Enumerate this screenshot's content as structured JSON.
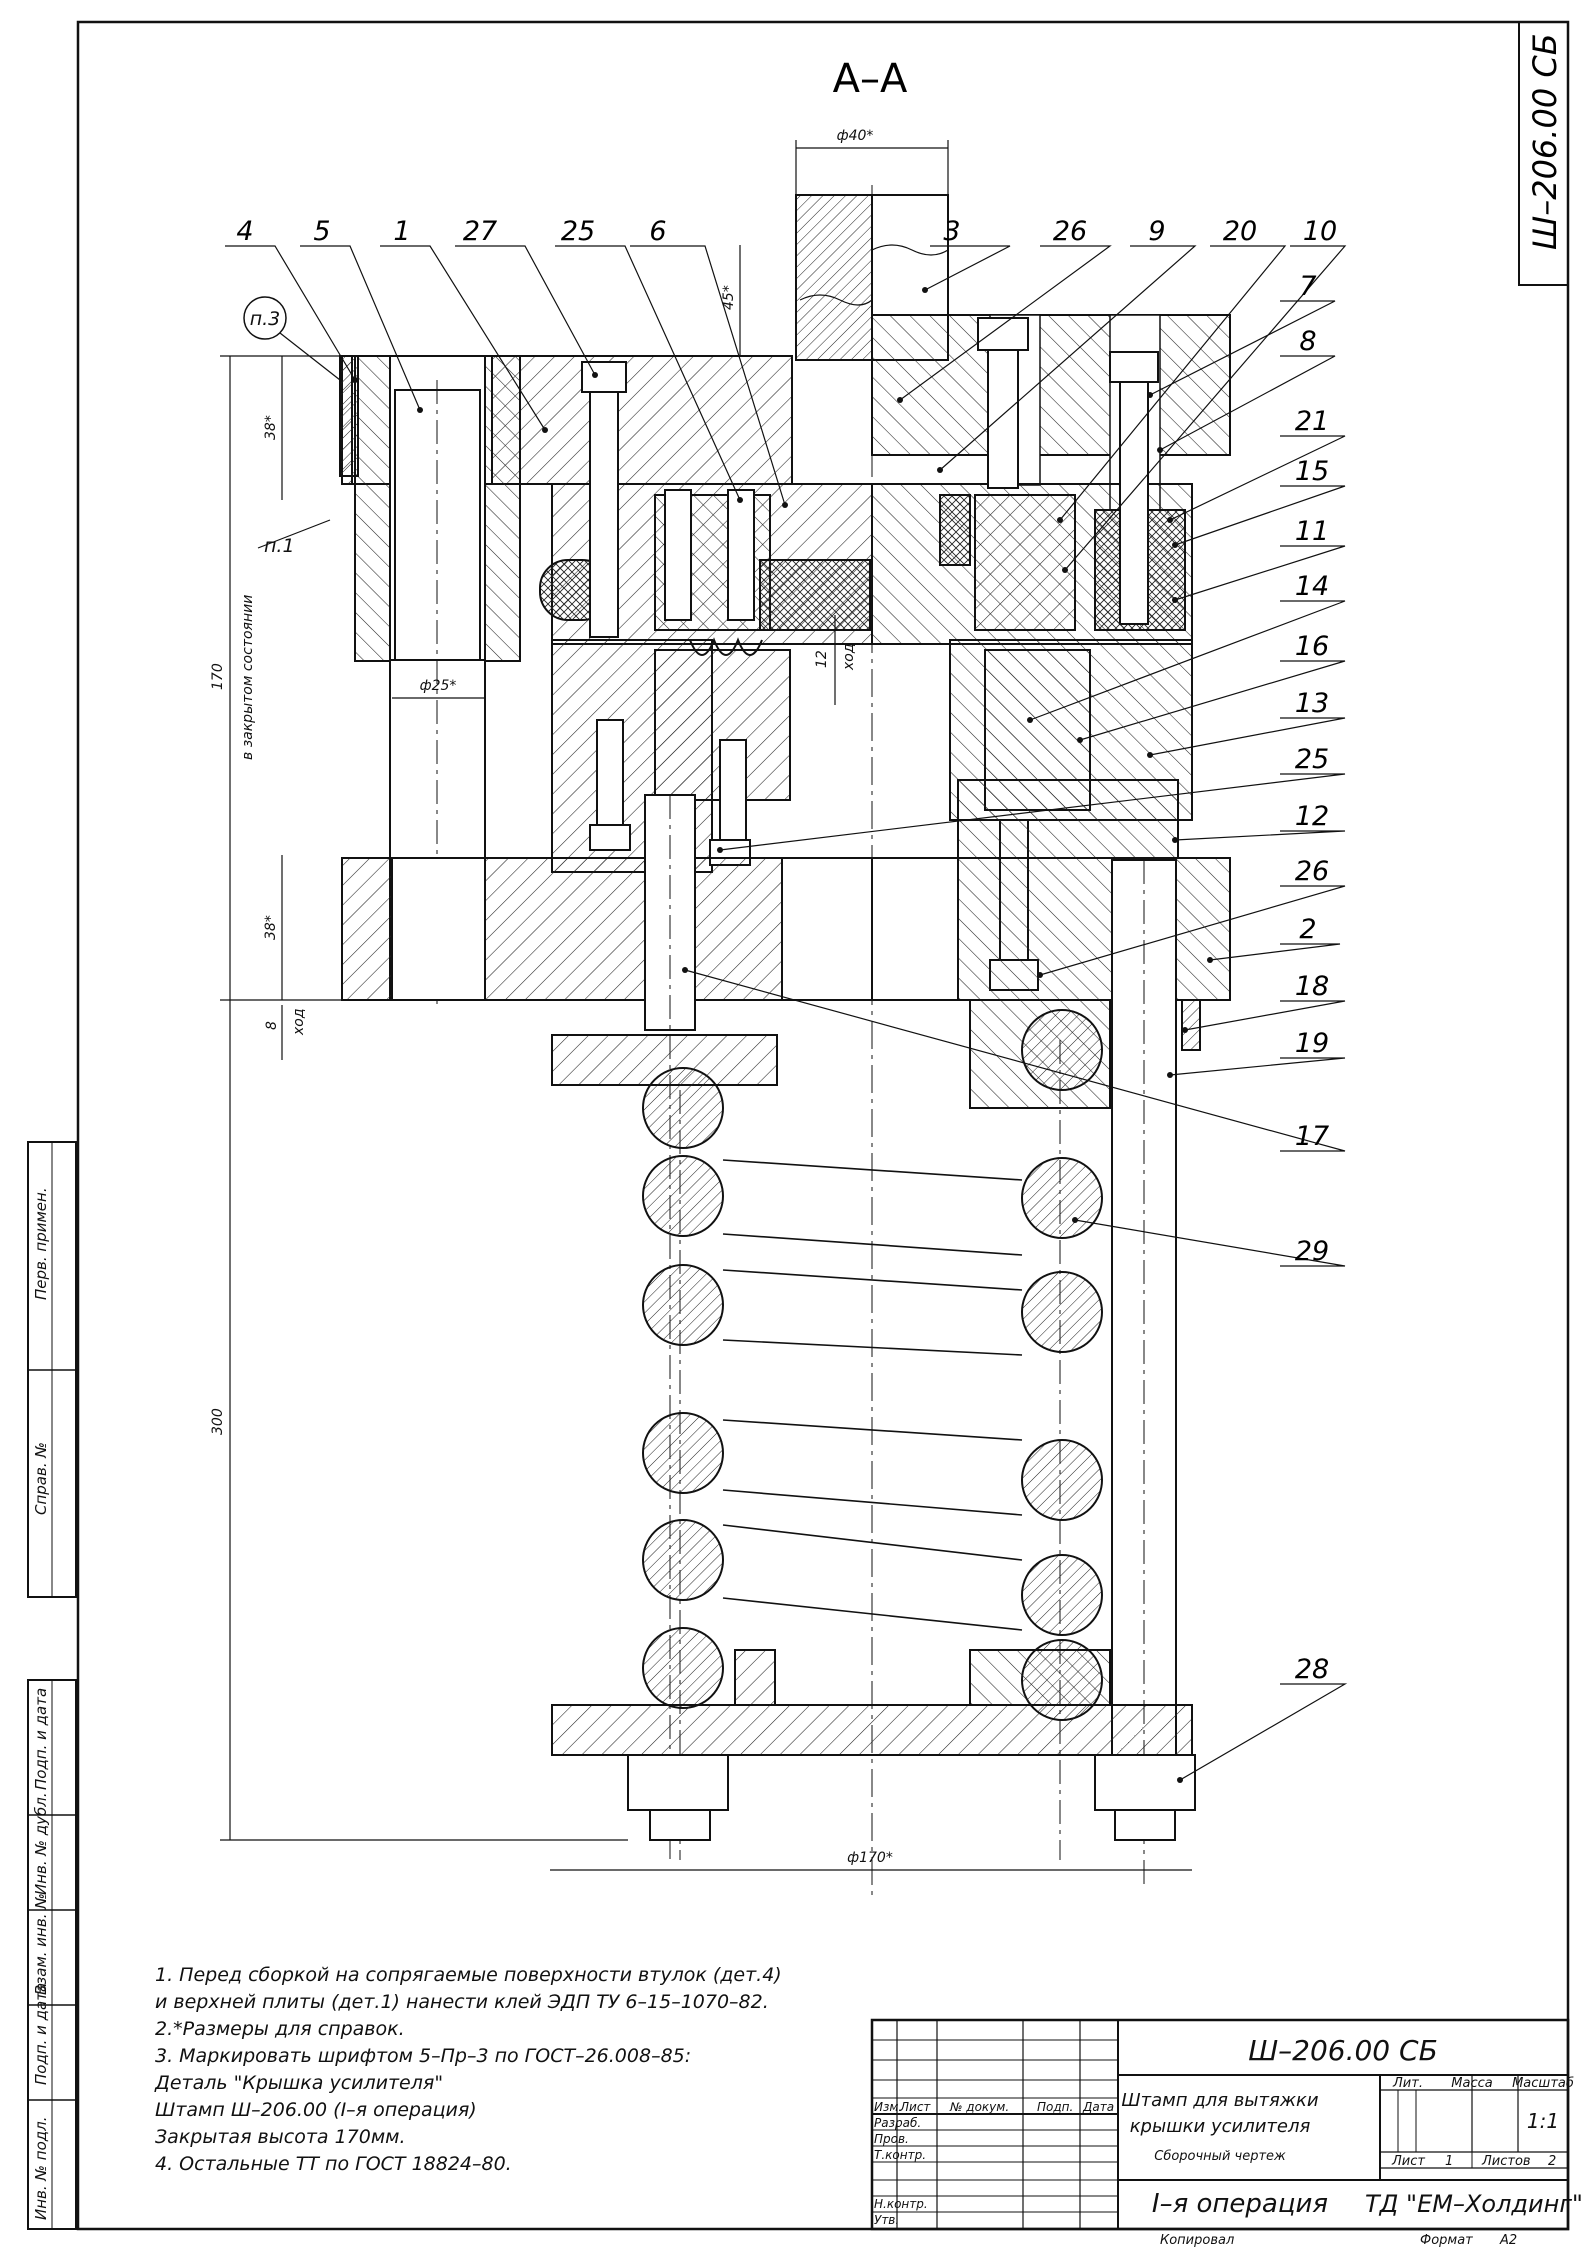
{
  "drawing": {
    "section_label": "А–А",
    "designation": "Ш–206.00 СБ",
    "frame_designation": "Ш–206.00 СБ"
  },
  "leaders": [
    {
      "n": "4"
    },
    {
      "n": "5"
    },
    {
      "n": "1"
    },
    {
      "n": "27"
    },
    {
      "n": "25"
    },
    {
      "n": "6"
    },
    {
      "n": "3"
    },
    {
      "n": "26"
    },
    {
      "n": "9"
    },
    {
      "n": "20"
    },
    {
      "n": "10"
    },
    {
      "n": "7"
    },
    {
      "n": "8"
    },
    {
      "n": "21"
    },
    {
      "n": "15"
    },
    {
      "n": "11"
    },
    {
      "n": "14"
    },
    {
      "n": "16"
    },
    {
      "n": "13"
    },
    {
      "n": "25"
    },
    {
      "n": "12"
    },
    {
      "n": "26"
    },
    {
      "n": "2"
    },
    {
      "n": "18"
    },
    {
      "n": "19"
    },
    {
      "n": "17"
    },
    {
      "n": "29"
    },
    {
      "n": "28"
    }
  ],
  "dimensions": {
    "d40": "ф40*",
    "h45": "45*",
    "h38_top": "38*",
    "h170": "170",
    "closed_state": "в закрытом состоянии",
    "d25": "ф25*",
    "h38_bottom": "38*",
    "h8": "8",
    "stroke": "ход",
    "h12": "12",
    "stroke_small": "ход",
    "h300": "300",
    "d170": "ф170*"
  },
  "callouts": {
    "p3": "п.3",
    "p1": "п.1"
  },
  "notes": [
    "1. Перед сборкой на сопрягаемые поверхности втулок (дет.4)",
    "и верхней плиты (дет.1) нанести клей ЭДП ТУ 6–15–1070–82.",
    "2.*Размеры для справок.",
    "3. Маркировать шрифтом 5–Пр–3 по ГОСТ–26.008–85:",
    "Деталь \"Крышка усилителя\"",
    "Штамп Ш–206.00 (I–я операция)",
    "Закрытая высота 170мм.",
    "4. Остальные ТТ по ГОСТ 18824–80."
  ],
  "side_stamps": [
    "Перв. примен.",
    "Справ. №",
    "Подп. и дата",
    "Инв. № дубл.",
    "Взам. инв. №",
    "Подп. и дата",
    "Инв. № подл."
  ],
  "title_block": {
    "designation": "Ш–206.00 СБ",
    "name_line1": "Штамп для вытяжки",
    "name_line2": "крышки усилителя",
    "doc_type": "Сборочный чертеж",
    "operation": "I–я операция",
    "company": "ТД \"ЕМ–Холдинг\"",
    "headers": {
      "izm": "Изм.",
      "list": "Лист",
      "doc": "№ докум.",
      "sign": "Подп.",
      "date": "Дата"
    },
    "roles": [
      "Разраб.",
      "Пров.",
      "Т.контр.",
      "Н.контр.",
      "Утв."
    ],
    "lit": "Лит.",
    "mass": "Масса",
    "scale": "Масштаб",
    "scale_value": "1:1",
    "sheet_label": "Лист",
    "sheet_value": "1",
    "sheets_label": "Листов",
    "sheets_value": "2",
    "copied": "Копировал",
    "format_label": "Формат",
    "format_value": "А2"
  }
}
